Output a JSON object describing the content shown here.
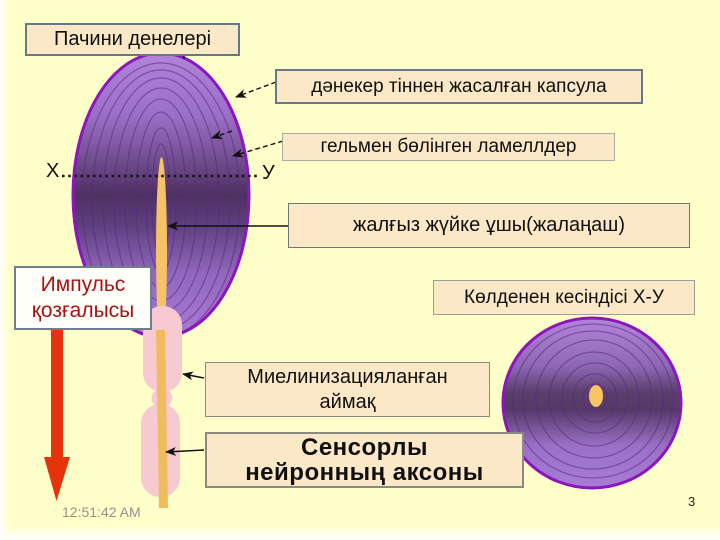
{
  "slide": {
    "title": "Пачини денелері",
    "timestamp": "12:51:42 AM",
    "page_number": "3"
  },
  "labels": {
    "capsule": "дәнекер тіннен жасалған капсула",
    "lamellae": "гельмен бөлінген ламеллдер",
    "nerve_ending": "жалғыз жүйке ұшы(жалаңаш)",
    "cross_section": "Көлденен кесіндісі Х-У",
    "impulse": "Импульс қозғалысы",
    "myelinated": "Миелинизацияланған\nаймақ",
    "sensory_axon": "Сенсорлы\nнейронның аксоны"
  },
  "axis_markers": {
    "left": "Х",
    "right": "У"
  },
  "colors": {
    "background": "#FFFFC9",
    "label_box_fill": "#FBE8C7",
    "label_box_border_slate": "#64788A",
    "impulse_text": "#A81313",
    "impulse_arrow": "#E5330C",
    "corpuscle_light": "#B184D9",
    "corpuscle_dark": "#4E3060",
    "corpuscle_border": "#8E14BE",
    "ring_stroke": "#5E2585",
    "nerve_core_yellow": "#F5C266",
    "myelin_pink": "#F6CAD0",
    "timestamp_text": "#909090"
  }
}
